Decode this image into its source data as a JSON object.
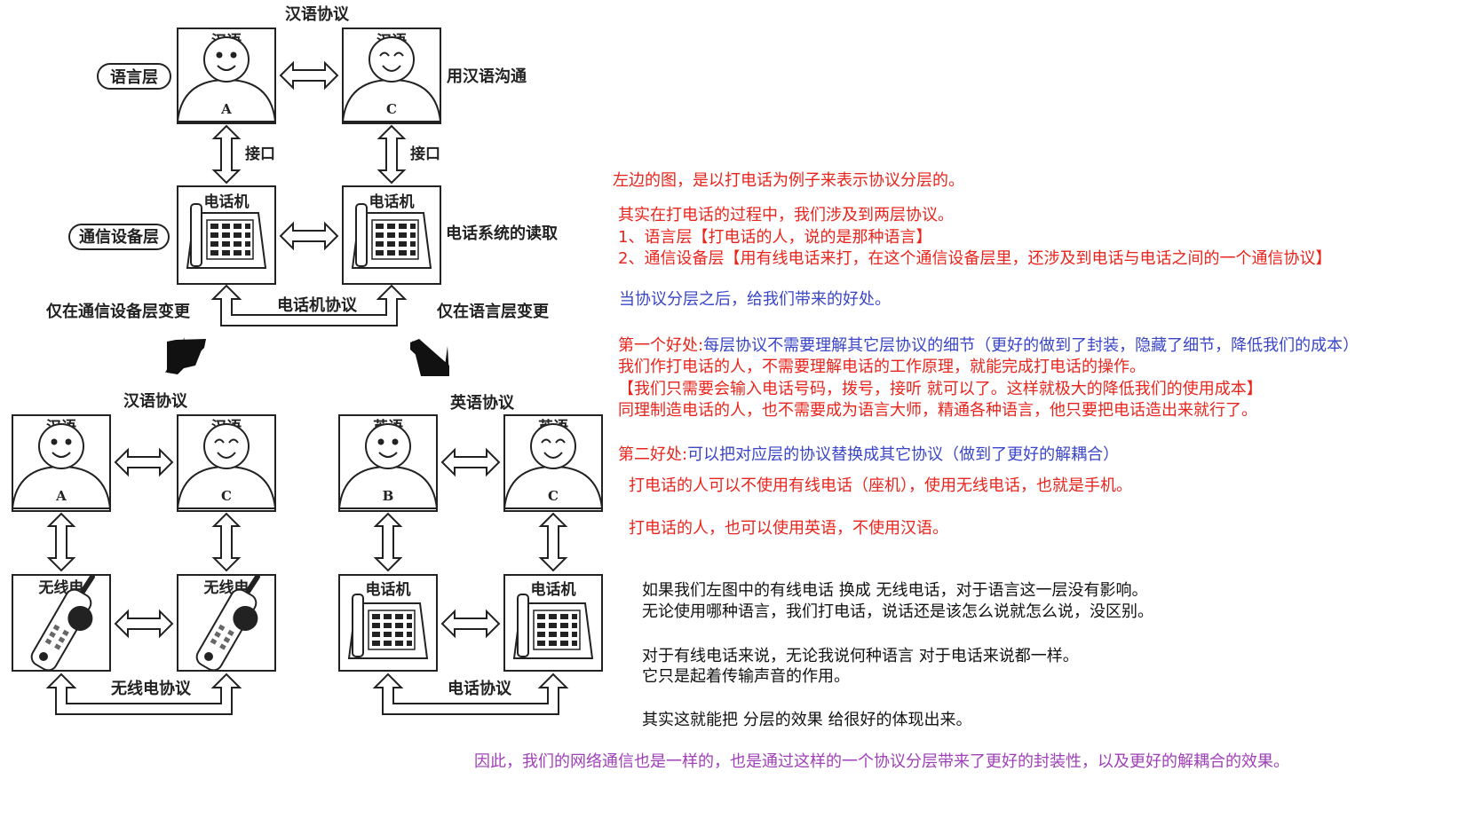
{
  "colors": {
    "red": "#e8241c",
    "blue": "#3a45c8",
    "black": "#111111",
    "purple": "#a040b8",
    "line": "#222222"
  },
  "diagram": {
    "top_protocol": "汉语协议",
    "top_left_box": {
      "title": "汉语",
      "label": "A"
    },
    "top_right_box": {
      "title": "汉语",
      "label": "C"
    },
    "language_layer": "语言层",
    "chinese_comm": "用汉语沟通",
    "interface_left": "接口",
    "interface_right": "接口",
    "phone_left": "电话机",
    "phone_right": "电话机",
    "device_layer": "通信设备层",
    "phone_system": "电话系统的读取",
    "phone_protocol": "电话机协议",
    "only_device_change": "仅在通信设备层变更",
    "only_language_change": "仅在语言层变更",
    "bl_protocol": "汉语协议",
    "bl_left_box": {
      "title": "汉语",
      "label": "A"
    },
    "bl_right_box": {
      "title": "汉语",
      "label": "C"
    },
    "bl_left_device": "无线电",
    "bl_right_device": "无线电",
    "wireless_protocol": "无线电协议",
    "br_protocol": "英语协议",
    "br_left_box": {
      "title": "英语",
      "label": "B"
    },
    "br_right_box": {
      "title": "英语",
      "label": "C"
    },
    "br_left_device": "电话机",
    "br_right_device": "电话机",
    "br_phone_protocol": "电话协议"
  },
  "notes": {
    "n1": "左边的图，是以打电话为例子来表示协议分层的。",
    "n2": "其实在打电话的过程中，我们涉及到两层协议。",
    "n3": "1、语言层【打电话的人，说的是那种语言】",
    "n4": "2、通信设备层【用有线电话来打，在这个通信设备层里，还涉及到电话与电话之间的一个通信协议】",
    "n5": "当协议分层之后，给我们带来的好处。",
    "n6_prefix": "第一个好处:",
    "n6_body": "每层协议不需要理解其它层协议的细节（更好的做到了封装，隐藏了细节，降低我们的成本）",
    "n7": "我们作打电话的人，不需要理解电话的工作原理，就能完成打电话的操作。",
    "n8": "【我们只需要会输入电话号码，拨号，接听 就可以了。这样就极大的降低我们的使用成本】",
    "n9": "同理制造电话的人，也不需要成为语言大师，精通各种语言，他只要把电话造出来就行了。",
    "n10_prefix": "第二好处:",
    "n10_body": "可以把对应层的协议替换成其它协议（做到了更好的解耦合）",
    "n11": "打电话的人可以不使用有线电话（座机），使用无线电话，也就是手机。",
    "n12": "打电话的人，也可以使用英语，不使用汉语。",
    "n13": "如果我们左图中的有线电话 换成 无线电话，对于语言这一层没有影响。",
    "n14": "无论使用哪种语言，我们打电话，说话还是该怎么说就怎么说，没区别。",
    "n15": "对于有线电话来说，无论我说何种语言   对于电话来说都一样。",
    "n16": "它只是起着传输声音的作用。",
    "n17": "其实这就能把 分层的效果 给很好的体现出来。",
    "n18": "因此，我们的网络通信也是一样的，也是通过这样的一个协议分层带来了更好的封装性，以及更好的解耦合的效果。"
  }
}
